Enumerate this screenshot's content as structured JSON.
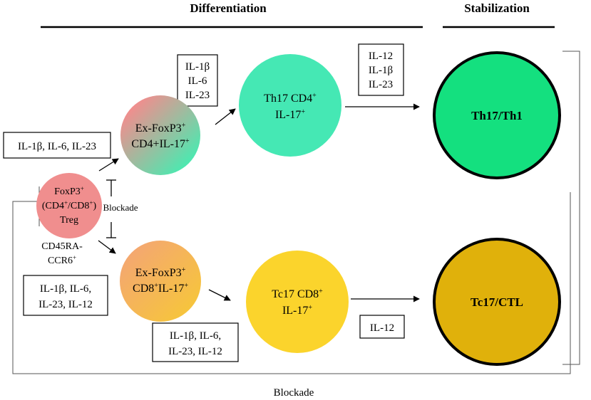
{
  "headers": {
    "differentiation": "Differentiation",
    "stabilization": "Stabilization"
  },
  "cells": {
    "treg": {
      "line1": "FoxP3",
      "line1_sup": "+",
      "line2": "(CD4",
      "line2_sup1": "+",
      "line2_mid": "/CD8",
      "line2_sup2": "+",
      "line2_end": ")",
      "line3": "Treg"
    },
    "treg_markers": {
      "line1": "CD45RA-",
      "line2": "CCR6",
      "line2_sup": "+"
    },
    "ex_foxp3_cd4": {
      "line1": "Ex-FoxP3",
      "line1_sup": "+",
      "line2": "CD4+IL-17",
      "line2_sup": "+"
    },
    "ex_foxp3_cd8": {
      "line1": "Ex-FoxP3",
      "line1_sup": "+",
      "line2": "CD8",
      "line2_sup1": "+",
      "line2_mid": "IL-17",
      "line2_sup2": "+"
    },
    "th17": {
      "line1": "Th17 CD4",
      "line1_sup": "+",
      "line2": "IL-17",
      "line2_sup": "+"
    },
    "tc17": {
      "line1": "Tc17 CD8",
      "line1_sup": "+",
      "line2": "IL-17",
      "line2_sup": "+"
    },
    "th17_th1": {
      "label": "Th17/Th1"
    },
    "tc17_ctl": {
      "label": "Tc17/CTL"
    }
  },
  "cytokine_boxes": {
    "treg_to_cd4": {
      "line1": "IL-1β, IL-6, IL-23"
    },
    "treg_to_cd8": {
      "line1": "IL-1β, IL-6,",
      "line2": "IL-23, IL-12"
    },
    "cd4_to_th17": {
      "line1": "IL-1β",
      "line2": "IL-6",
      "line3": "IL-23"
    },
    "cd8_to_tc17": {
      "line1": "IL-1β, IL-6,",
      "line2": "IL-23, IL-12"
    },
    "th17_to_th1": {
      "line1": "IL-12",
      "line2": "IL-1β",
      "line3": "IL-23"
    },
    "tc17_to_ctl": {
      "line1": "IL-12"
    }
  },
  "labels": {
    "blockade_middle": "Blockade",
    "blockade_bottom": "Blockade"
  },
  "colors": {
    "treg": "#f08e8e",
    "ex_cd4_from": "#f08e8e",
    "ex_cd4_to": "#4de8b0",
    "th17": "#45e8b4",
    "th17_th1": "#14e07f",
    "ex_cd8_from": "#f4a673",
    "ex_cd8_to": "#f6c63a",
    "tc17": "#fbd42c",
    "tc17_ctl": "#e0b10b"
  }
}
